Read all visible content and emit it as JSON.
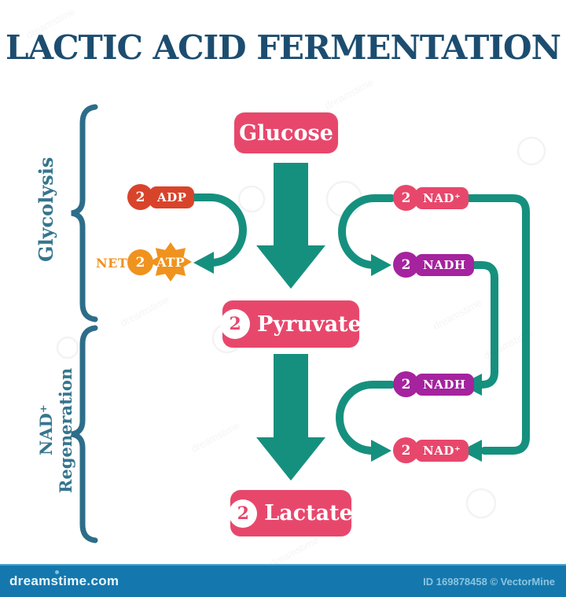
{
  "title": "LACTIC ACID FERMENTATION",
  "sections": {
    "glycolysis": "Glycolysis",
    "nad_regeneration": "NAD⁺ Regeneration"
  },
  "nodes": {
    "glucose": {
      "label": "Glucose"
    },
    "pyruvate": {
      "count": "2",
      "label": "Pyruvate"
    },
    "lactate": {
      "count": "2",
      "label": "Lactate"
    },
    "adp": {
      "count": "2",
      "label": "ADP"
    },
    "atp": {
      "net": "NET",
      "count": "2",
      "label": "ATP"
    },
    "nad_top": {
      "count": "2",
      "label": "NAD⁺"
    },
    "nadh_top": {
      "count": "2",
      "label": "NADH"
    },
    "nadh_bottom": {
      "count": "2",
      "label": "NADH"
    },
    "nad_bottom": {
      "count": "2",
      "label": "NAD⁺"
    }
  },
  "watermark": {
    "text": "dreamstime"
  },
  "footer": {
    "site": "dreamstime.com",
    "credit": "ID 169878458 © VectorMine"
  },
  "colors": {
    "title": "#1c4d70",
    "teal": "#16907e",
    "pink": "#e8476c",
    "purple": "#a5239e",
    "red": "#d8442b",
    "orange": "#f0921e",
    "section_label": "#35758e",
    "brace": "#2d6d8a",
    "footer_bg": "#1478ae",
    "footer_text": "#eaf5fa",
    "footer_id": "#8cc4df"
  }
}
